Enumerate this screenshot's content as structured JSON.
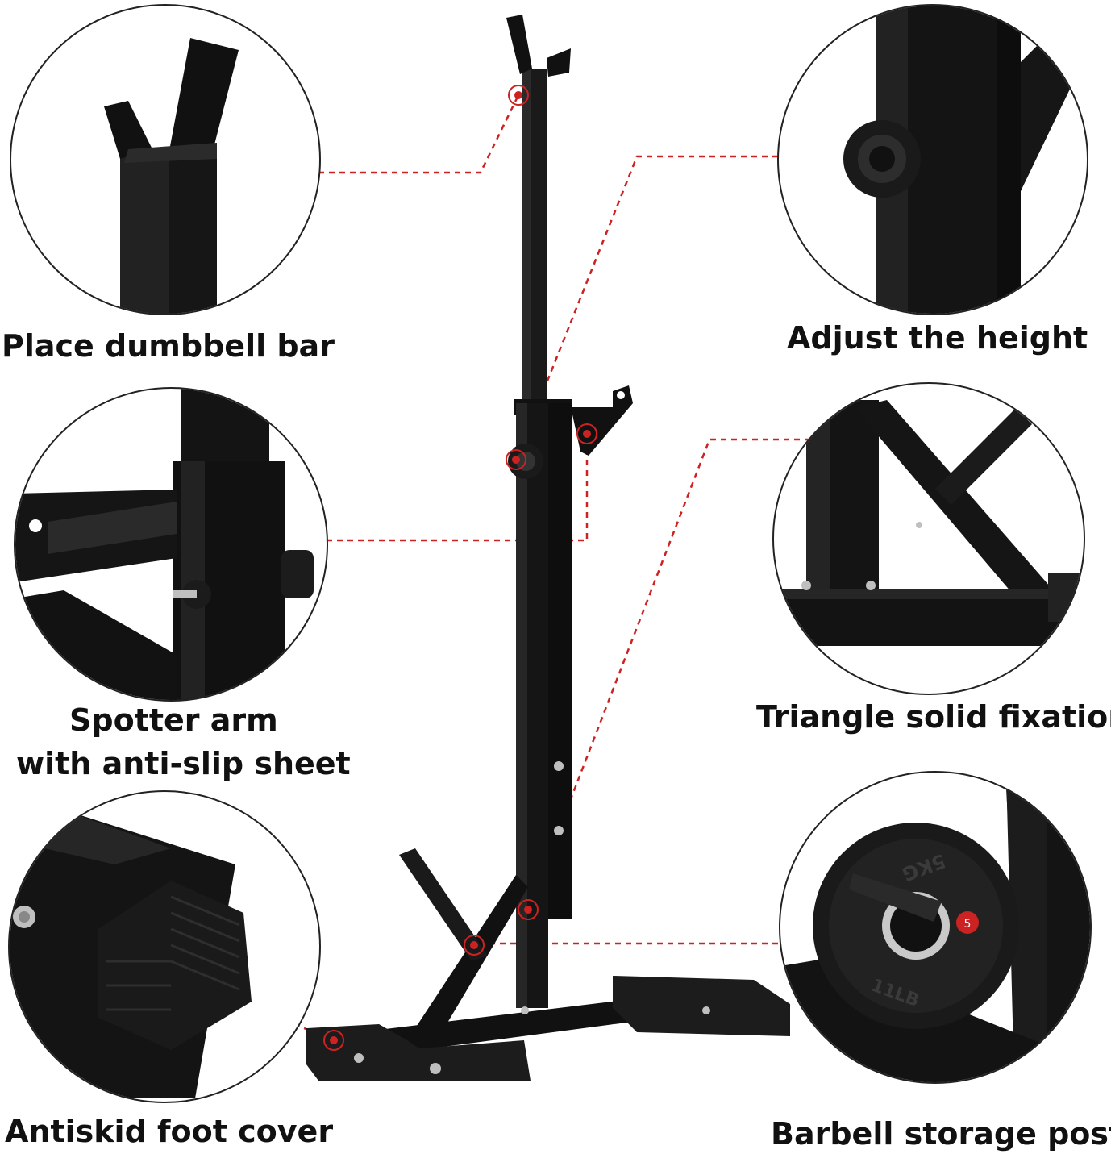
{
  "labels": {
    "place_dumbbell_bar": "Place dumbbell bar",
    "adjust_height": "Adjust the height",
    "spotter_arm_line1": "Spotter arm",
    "spotter_arm_line2": "with anti-slip sheet",
    "triangle_fixation": "Triangle solid fixation",
    "antiskid_foot": "Antiskid foot cover",
    "barbell_storage": "Barbell storage post"
  },
  "plate_marks": {
    "weight_text": "5KG",
    "sub_text": "11LB",
    "badge": "5"
  },
  "colors": {
    "frame": "#111111",
    "accent": "#cc2222",
    "bolt": "#bfbfbf"
  }
}
